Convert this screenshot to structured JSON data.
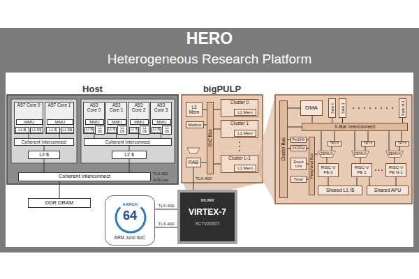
{
  "diagram": {
    "title": "HERO",
    "nodes": [
      {
        "text": [
          "Host"
        ]
      },
      {
        "text": [
          "A57 Core 0"
        ],
        "in": 0
      },
      {
        "text": [
          "MMU"
        ],
        "in": 1
      },
      {
        "text": [
          "L1 I$"
        ],
        "in": 1
      },
      {
        "text": [
          "L1 D$"
        ],
        "in": 1
      },
      {
        "text": [
          "A57 Core 1"
        ],
        "in": 0
      },
      {
        "text": [
          "MMU"
        ],
        "in": 5
      },
      {
        "text": [
          "L1 I$"
        ],
        "in": 5
      },
      {
        "text": [
          "L1 D$"
        ],
        "in": 5
      },
      {
        "text": [
          "Coherent Interconnect"
        ],
        "in": 0
      },
      {
        "text": [
          "L2 $"
        ],
        "in": 0
      },
      {
        "text": [
          "A53 Core 0"
        ],
        "in": 0
      },
      {
        "text": [
          "MMU"
        ],
        "in": 11
      },
      {
        "text": [
          "L1 I$"
        ],
        "in": 11
      },
      {
        "text": [
          "L1 D$"
        ],
        "in": 11
      },
      {
        "text": [
          "A53 Core 1"
        ],
        "in": 0
      },
      {
        "text": [
          "MMU"
        ],
        "in": 15
      },
      {
        "text": [
          "L1 I$"
        ],
        "in": 15
      },
      {
        "text": [
          "L1 D$"
        ],
        "in": 15
      },
      {
        "text": [
          "A53 Core 2"
        ],
        "in": 0
      },
      {
        "text": [
          "MMU"
        ],
        "in": 19
      },
      {
        "text": [
          "L1 I$"
        ],
        "in": 19
      },
      {
        "text": [
          "L1 D$"
        ],
        "in": 19
      },
      {
        "text": [
          "A53 Core 3"
        ],
        "in": 0
      },
      {
        "text": [
          "MMU"
        ],
        "in": 23
      },
      {
        "text": [
          "L1 I$"
        ],
        "in": 23
      },
      {
        "text": [
          "L1 D$"
        ],
        "in": 23
      },
      {
        "text": [
          "Coherent Interconnect"
        ],
        "in": 0
      },
      {
        "text": [
          "L2 $"
        ],
        "in": 0
      },
      {
        "text": [
          "Coherent Interconnect"
        ],
        "in": 0
      },
      {
        "text": [
          "DDR DRAM"
        ]
      },
      {
        "text": [
          "AARCH",
          "64",
          "ARM Juno SoC"
        ]
      },
      {
        "text": [
          "XILINX",
          "VIRTEX-7",
          "XC7V2000T"
        ]
      },
      {
        "text": [
          "bigPULP"
        ]
      },
      {
        "text": [
          "L2 Mem"
        ],
        "in": 33
      },
      {
        "text": [
          "Mailbox"
        ],
        "in": 33
      },
      {
        "text": [
          "SoC Bus"
        ],
        "in": 33
      },
      {
        "text": [
          "Cluster 0"
        ],
        "in": 33
      },
      {
        "text": [
          "L1 Mem"
        ],
        "in": 37
      },
      {
        "text": [
          "Cluster 1"
        ],
        "in": 33
      },
      {
        "text": [
          "L1 Mem"
        ],
        "in": 39
      },
      {
        "text": [
          "Cluster L-1"
        ],
        "in": 33
      },
      {
        "text": [
          "L1 Mem"
        ],
        "in": 41
      },
      {
        "text": [
          "RAB"
        ],
        "in": 33
      },
      {
        "text": [
          "Cluster Bus"
        ]
      },
      {
        "text": [
          "DMA"
        ]
      },
      {
        "text": [
          "Bank 0"
        ]
      },
      {
        "text": [
          "Bank 1"
        ]
      },
      {
        "text": [
          "Bank M-1"
        ]
      },
      {
        "text": [
          "X-Bar Interconnect"
        ]
      },
      {
        "text": [
          "Peripheral Bus"
        ]
      },
      {
        "text": [
          "Per2AXI"
        ]
      },
      {
        "text": [
          "AXI2Per"
        ]
      },
      {
        "text": [
          "Event Unit"
        ]
      },
      {
        "text": [
          "Timer"
        ]
      },
      {
        "text": [
          "TRYX"
        ]
      },
      {
        "text": [
          "DEMUX"
        ]
      },
      {
        "text": [
          "RISC-V PE 0"
        ]
      },
      {
        "text": [
          "TRYX"
        ]
      },
      {
        "text": [
          "DEMUX"
        ]
      },
      {
        "text": [
          "RISC-V PE 1"
        ]
      },
      {
        "text": [
          "TRYX"
        ]
      },
      {
        "text": [
          "DEMUX"
        ]
      },
      {
        "text": [
          "RISC-V PE N-1"
        ]
      },
      {
        "text": [
          "Shared L1 I$"
        ]
      },
      {
        "text": [
          "Shared APU"
        ]
      }
    ],
    "edges": [
      {
        "from": 1,
        "to": 9,
        "arrow": "none"
      },
      {
        "from": 5,
        "to": 9,
        "arrow": "none"
      },
      {
        "from": 9,
        "to": 10,
        "arrow": "none"
      },
      {
        "from": 10,
        "to": 29,
        "arrow": "none"
      },
      {
        "from": 11,
        "to": 27,
        "arrow": "none"
      },
      {
        "from": 15,
        "to": 27,
        "arrow": "none"
      },
      {
        "from": 19,
        "to": 27,
        "arrow": "none"
      },
      {
        "from": 23,
        "to": 27,
        "arrow": "none"
      },
      {
        "from": 27,
        "to": 28,
        "arrow": "none"
      },
      {
        "from": 28,
        "to": 29,
        "arrow": "none"
      },
      {
        "from": 29,
        "to": 30,
        "arrow": "none"
      },
      {
        "from": 31,
        "to": 32,
        "label": "TLX-400",
        "arrow": "none"
      },
      {
        "from": 31,
        "to": 32,
        "label": "TLX-400",
        "arrow": "none"
      },
      {
        "from": 34,
        "to": 36,
        "arrow": "none"
      },
      {
        "from": 35,
        "to": 36,
        "arrow": "none"
      },
      {
        "from": 36,
        "to": 37,
        "arrow": "none"
      },
      {
        "from": 36,
        "to": 39,
        "arrow": "none"
      },
      {
        "from": 36,
        "to": 41,
        "arrow": "none"
      },
      {
        "from": 43,
        "to": 36,
        "arrow": "none"
      },
      {
        "from": 43,
        "to": 32,
        "label": "TLX-400",
        "arrow": "none"
      },
      {
        "from": 44,
        "to": 45,
        "arrow": "none"
      },
      {
        "from": 44,
        "to": 49,
        "arrow": "none"
      },
      {
        "from": 45,
        "to": 49,
        "arrow": "none"
      },
      {
        "from": 46,
        "to": 49,
        "arrow": "none"
      },
      {
        "from": 47,
        "to": 49,
        "arrow": "none"
      },
      {
        "from": 48,
        "to": 49,
        "arrow": "none"
      },
      {
        "from": 44,
        "to": 51,
        "arrow": "none"
      },
      {
        "from": 44,
        "to": 52,
        "arrow": "none"
      },
      {
        "from": 51,
        "to": 50,
        "arrow": "none"
      },
      {
        "from": 52,
        "to": 50,
        "arrow": "none"
      },
      {
        "from": 53,
        "to": 50,
        "arrow": "none"
      },
      {
        "from": 54,
        "to": 50,
        "arrow": "none"
      },
      {
        "from": 56,
        "to": 50,
        "arrow": "none"
      },
      {
        "from": 55,
        "to": 56,
        "arrow": "none"
      },
      {
        "from": 57,
        "to": 56,
        "arrow": "none"
      },
      {
        "from": 56,
        "to": 49,
        "arrow": "none"
      },
      {
        "from": 55,
        "to": 49,
        "arrow": "none"
      },
      {
        "from": 58,
        "to": 59,
        "arrow": "none"
      },
      {
        "from": 60,
        "to": 59,
        "arrow": "none"
      },
      {
        "from": 59,
        "to": 49,
        "arrow": "none"
      },
      {
        "from": 58,
        "to": 49,
        "arrow": "none"
      },
      {
        "from": 61,
        "to": 62,
        "arrow": "none"
      },
      {
        "from": 63,
        "to": 62,
        "arrow": "none"
      },
      {
        "from": 62,
        "to": 49,
        "arrow": "none"
      },
      {
        "from": 61,
        "to": 49,
        "arrow": "none"
      },
      {
        "from": 57,
        "to": 64,
        "arrow": "none"
      },
      {
        "from": 60,
        "to": 64,
        "arrow": "none"
      },
      {
        "from": 60,
        "to": 65,
        "arrow": "none"
      },
      {
        "from": 63,
        "to": 65,
        "arrow": "none"
      }
    ],
    "labels": [
      "Heterogeneous Research Platform",
      "TLX-400",
      "ACE-Lite"
    ]
  }
}
